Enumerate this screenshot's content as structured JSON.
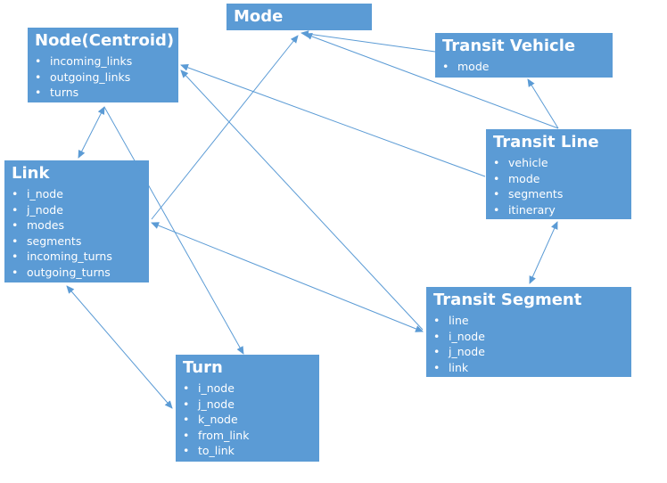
{
  "colors": {
    "box_fill": "#5b9bd5",
    "box_text": "#ffffff",
    "arrow": "#5b9bd5"
  },
  "nodes": {
    "mode": {
      "title": "Mode",
      "fields": []
    },
    "node": {
      "title": "Node(Centroid)",
      "fields": [
        "incoming_links",
        "outgoing_links",
        "turns"
      ]
    },
    "transit_vehicle": {
      "title": "Transit Vehicle",
      "fields": [
        "mode"
      ]
    },
    "transit_line": {
      "title": "Transit Line",
      "fields": [
        "vehicle",
        "mode",
        "segments",
        "itinerary"
      ]
    },
    "link": {
      "title": "Link",
      "fields": [
        "i_node",
        "j_node",
        "modes",
        "segments",
        "incoming_turns",
        "outgoing_turns"
      ]
    },
    "transit_segment": {
      "title": "Transit Segment",
      "fields": [
        "line",
        "i_node",
        "j_node",
        "link"
      ]
    },
    "turn": {
      "title": "Turn",
      "fields": [
        "i_node",
        "j_node",
        "k_node",
        "from_link",
        "to_link"
      ]
    }
  },
  "edges": [
    {
      "from": "transit_vehicle",
      "to": "mode",
      "direction": "forward"
    },
    {
      "from": "transit_line",
      "to": "mode",
      "direction": "forward"
    },
    {
      "from": "link",
      "to": "mode",
      "direction": "forward"
    },
    {
      "from": "transit_line",
      "to": "node",
      "direction": "forward"
    },
    {
      "from": "transit_segment",
      "to": "node",
      "direction": "forward"
    },
    {
      "from": "transit_line",
      "to": "transit_vehicle",
      "direction": "forward"
    },
    {
      "from": "link",
      "to": "node",
      "direction": "both"
    },
    {
      "from": "node",
      "to": "turn",
      "direction": "forward"
    },
    {
      "from": "link",
      "to": "turn",
      "direction": "both"
    },
    {
      "from": "link",
      "to": "transit_segment",
      "direction": "both"
    },
    {
      "from": "transit_line",
      "to": "transit_segment",
      "direction": "both"
    }
  ]
}
